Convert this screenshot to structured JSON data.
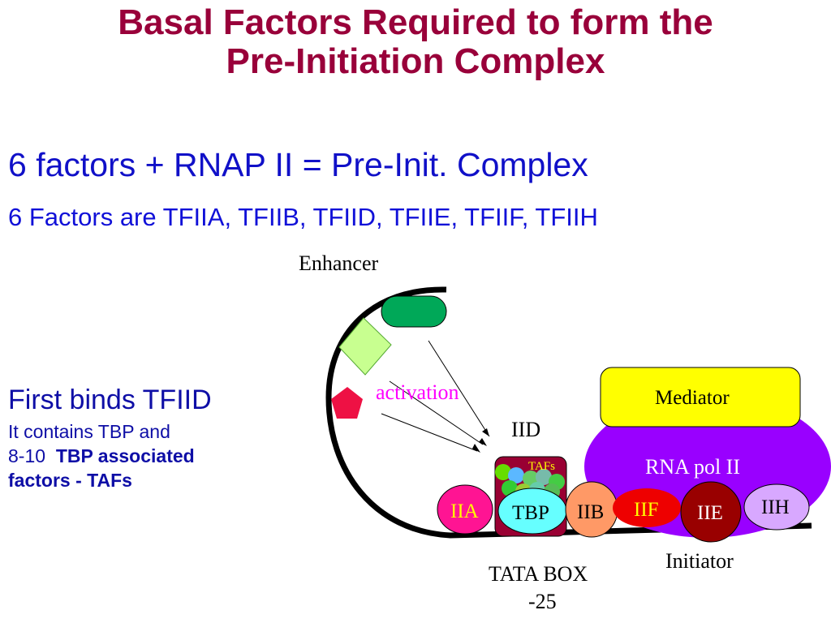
{
  "slide": {
    "title_line1": "Basal Factors Required to form the",
    "title_line2": "Pre-Initiation Complex",
    "line1": "6 factors + RNAP II = Pre-Init. Complex",
    "line2": "6 Factors are TFIIA, TFIIB, TFIID, TFIIE, TFIIF, TFIIH",
    "left_heading": "First binds TFIID",
    "left_body_1": "It contains TBP and",
    "left_body_2": "8-10",
    "left_body_bold_1": "TBP associated",
    "left_body_bold_2": "factors - TAFs"
  },
  "diagram": {
    "enhancer": "Enhancer",
    "activation": "activation",
    "iid": "IID",
    "tafs": "TAFs",
    "iia": "IIA",
    "tbp": "TBP",
    "iib": "IIB",
    "iif": "IIF",
    "iie": "IIE",
    "iih": "IIH",
    "mediator": "Mediator",
    "rna_pol": "RNA pol II",
    "tata_box": "TATA BOX",
    "minus25": "-25",
    "initiator": "Initiator"
  },
  "colors": {
    "title": "#99003a",
    "text_blue": "#1010c8",
    "mediator": "#ffff00",
    "rna_pol": "#9900ff",
    "iia": "#ff1493",
    "tbp": "#66ffff",
    "iib": "#ff9966",
    "iif": "#ee0000",
    "iie": "#990000",
    "iih": "#d8a8ff",
    "taf_box": "#990033"
  }
}
